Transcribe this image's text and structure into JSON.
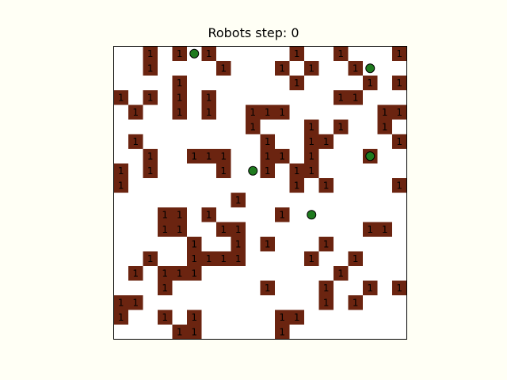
{
  "title": "Robots step: 0",
  "grid": {
    "rows": 20,
    "cols": 20,
    "obstacle_label": "1",
    "obstacles": [
      [
        0,
        2
      ],
      [
        0,
        4
      ],
      [
        0,
        6
      ],
      [
        0,
        12
      ],
      [
        0,
        15
      ],
      [
        0,
        19
      ],
      [
        1,
        2
      ],
      [
        1,
        7
      ],
      [
        1,
        11
      ],
      [
        1,
        13
      ],
      [
        1,
        16
      ],
      [
        2,
        4
      ],
      [
        2,
        12
      ],
      [
        2,
        17
      ],
      [
        2,
        19
      ],
      [
        3,
        0
      ],
      [
        3,
        2
      ],
      [
        3,
        4
      ],
      [
        3,
        6
      ],
      [
        3,
        15
      ],
      [
        3,
        16
      ],
      [
        4,
        1
      ],
      [
        4,
        4
      ],
      [
        4,
        6
      ],
      [
        4,
        9
      ],
      [
        4,
        10
      ],
      [
        4,
        11
      ],
      [
        4,
        18
      ],
      [
        4,
        19
      ],
      [
        5,
        9
      ],
      [
        5,
        13
      ],
      [
        5,
        15
      ],
      [
        5,
        18
      ],
      [
        6,
        1
      ],
      [
        6,
        10
      ],
      [
        6,
        13
      ],
      [
        6,
        14
      ],
      [
        6,
        19
      ],
      [
        7,
        2
      ],
      [
        7,
        5
      ],
      [
        7,
        6
      ],
      [
        7,
        7
      ],
      [
        7,
        10
      ],
      [
        7,
        11
      ],
      [
        7,
        13
      ],
      [
        7,
        17
      ],
      [
        8,
        0
      ],
      [
        8,
        2
      ],
      [
        8,
        7
      ],
      [
        8,
        10
      ],
      [
        8,
        12
      ],
      [
        8,
        13
      ],
      [
        9,
        0
      ],
      [
        9,
        12
      ],
      [
        9,
        14
      ],
      [
        9,
        19
      ],
      [
        10,
        8
      ],
      [
        11,
        3
      ],
      [
        11,
        4
      ],
      [
        11,
        6
      ],
      [
        11,
        11
      ],
      [
        12,
        3
      ],
      [
        12,
        4
      ],
      [
        12,
        7
      ],
      [
        12,
        8
      ],
      [
        12,
        17
      ],
      [
        12,
        18
      ],
      [
        13,
        5
      ],
      [
        13,
        8
      ],
      [
        13,
        10
      ],
      [
        13,
        14
      ],
      [
        14,
        2
      ],
      [
        14,
        5
      ],
      [
        14,
        6
      ],
      [
        14,
        7
      ],
      [
        14,
        8
      ],
      [
        14,
        13
      ],
      [
        14,
        16
      ],
      [
        15,
        1
      ],
      [
        15,
        3
      ],
      [
        15,
        4
      ],
      [
        15,
        5
      ],
      [
        15,
        15
      ],
      [
        16,
        3
      ],
      [
        16,
        10
      ],
      [
        16,
        14
      ],
      [
        16,
        17
      ],
      [
        16,
        19
      ],
      [
        17,
        0
      ],
      [
        17,
        1
      ],
      [
        17,
        14
      ],
      [
        17,
        16
      ],
      [
        18,
        0
      ],
      [
        18,
        3
      ],
      [
        18,
        5
      ],
      [
        18,
        11
      ],
      [
        18,
        12
      ],
      [
        19,
        4
      ],
      [
        19,
        5
      ],
      [
        19,
        11
      ]
    ],
    "robots": [
      [
        0,
        5
      ],
      [
        1,
        17
      ],
      [
        7,
        17
      ],
      [
        8,
        9
      ],
      [
        11,
        13
      ]
    ]
  },
  "colors": {
    "background": "#fffff5",
    "board": "#ffffff",
    "obstacle": "#6b2410",
    "obstacle_text": "#000000",
    "robot_fill": "#1e7a1e",
    "robot_stroke": "#000000",
    "border": "#000000"
  }
}
